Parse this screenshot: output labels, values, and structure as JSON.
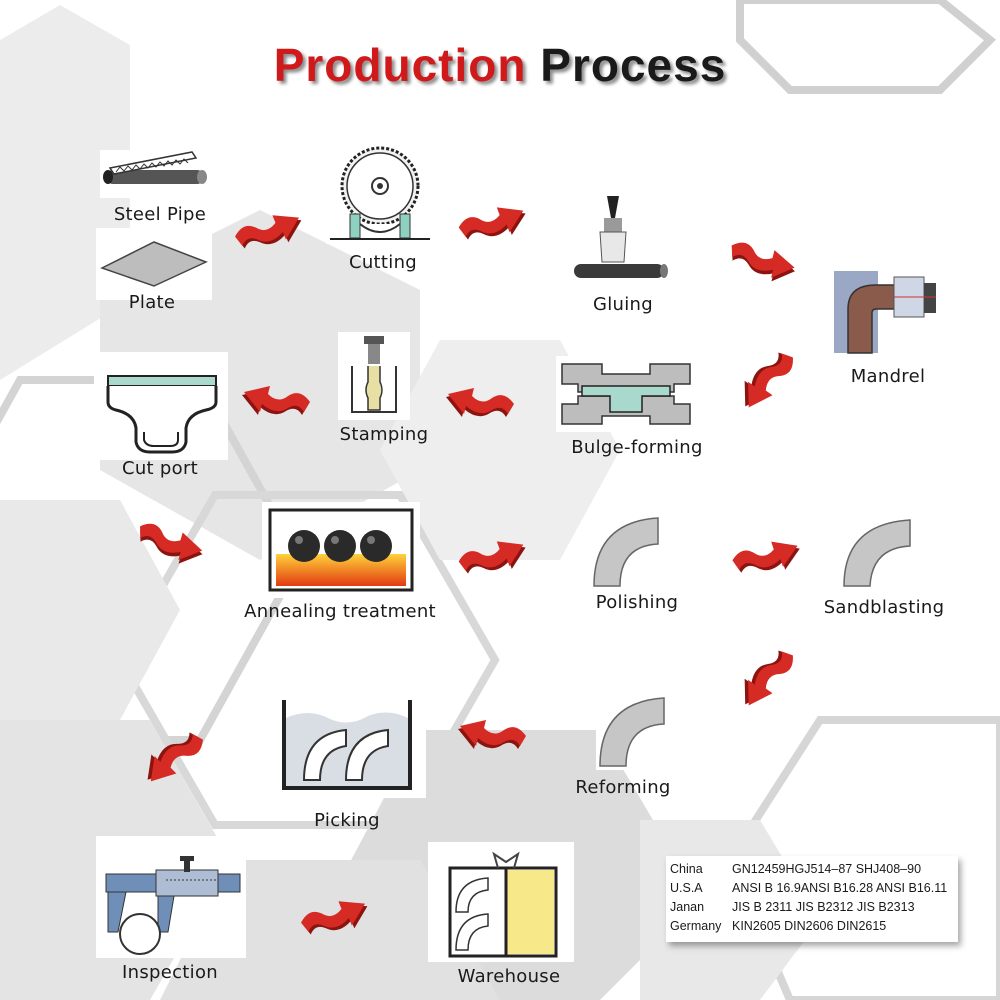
{
  "title": {
    "part1": "Production",
    "part2": "Process"
  },
  "colors": {
    "title_red": "#d0191b",
    "arrow_red": "#d62a24",
    "arrow_dark": "#8c1410",
    "hex_line": "#cfcfcf"
  },
  "steps": {
    "steel_pipe": "Steel Pipe",
    "plate": "Plate",
    "cutting": "Cutting",
    "gluing": "Gluing",
    "mandrel": "Mandrel",
    "bulge_forming": "Bulge-forming",
    "stamping": "Stamping",
    "cut_port": "Cut port",
    "annealing": "Annealing treatment",
    "polishing": "Polishing",
    "sandblasting": "Sandblasting",
    "reforming": "Reforming",
    "picking": "Picking",
    "inspection": "Inspection",
    "warehouse": "Warehouse"
  },
  "standards": [
    {
      "country": "China",
      "codes": "GN12459HGJ514–87  SHJ408–90"
    },
    {
      "country": "U.S.A",
      "codes": "ANSI B 16.9ANSI B16.28 ANSI B16.11"
    },
    {
      "country": "Janan",
      "codes": "JIS B 2311 JIS B2312 JIS B2313"
    },
    {
      "country": "Germany",
      "codes": "KIN2605 DIN2606 DIN2615"
    }
  ]
}
